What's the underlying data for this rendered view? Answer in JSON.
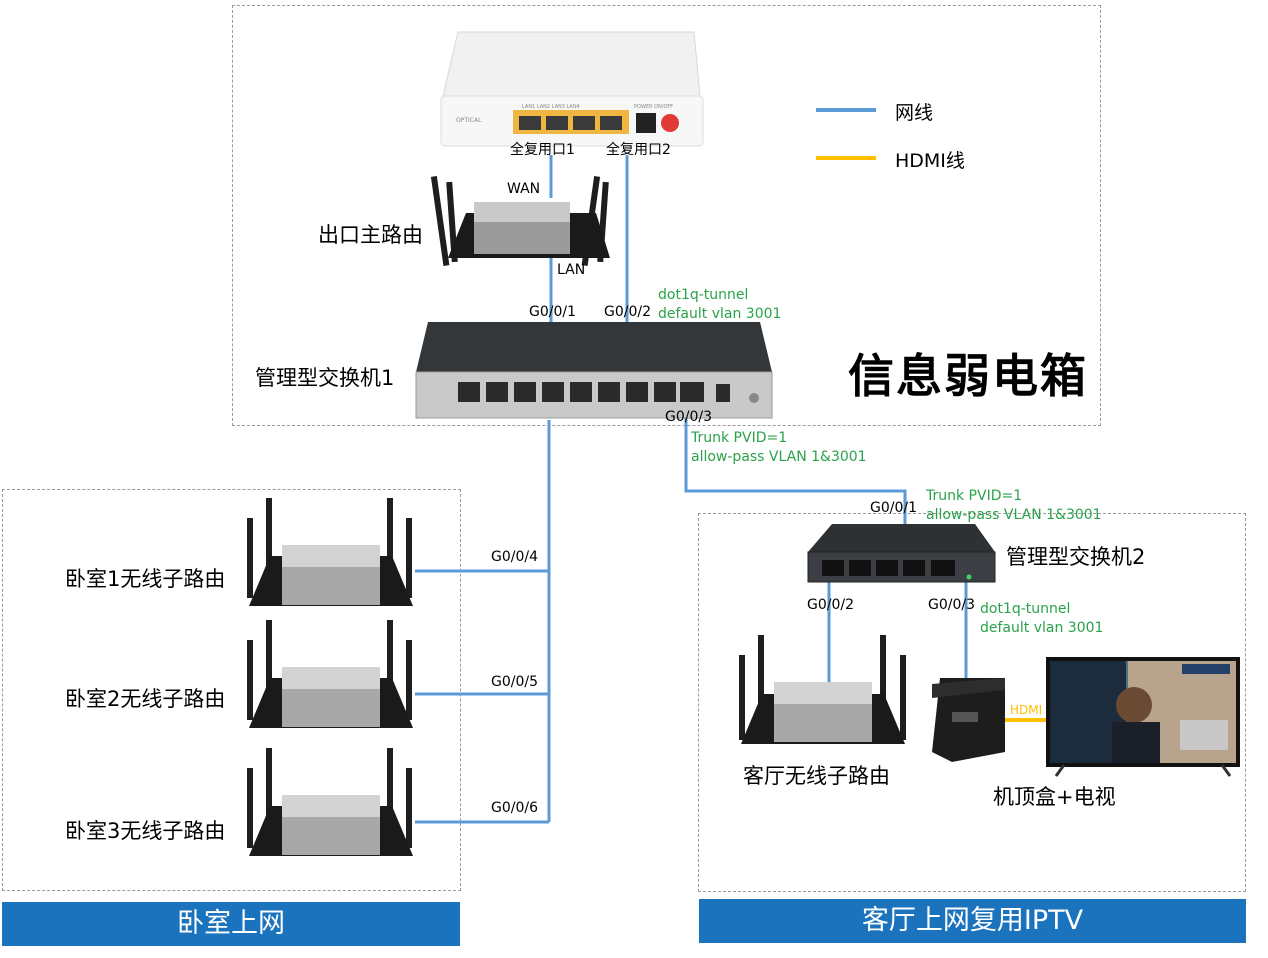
{
  "regions": {
    "box": {
      "title": "信息弱电箱"
    },
    "bedroom": {
      "banner": "卧室上网"
    },
    "living": {
      "banner": "客厅上网复用IPTV"
    }
  },
  "legend": [
    {
      "label": "网线",
      "color": "#5b9bd5"
    },
    {
      "label": "HDMI线",
      "color": "#ffc000"
    }
  ],
  "devices": {
    "onu": {
      "port1": "全复用口1",
      "port2": "全复用口2"
    },
    "main_router": {
      "label": "出口主路由",
      "wan": "WAN",
      "lan": "LAN"
    },
    "switch1": {
      "label": "管理型交换机1"
    },
    "switch2": {
      "label": "管理型交换机2"
    },
    "bed_routers": [
      "卧室1无线子路由",
      "卧室2无线子路由",
      "卧室3无线子路由"
    ],
    "living_router": {
      "label": "客厅无线子路由"
    },
    "stb_tv": {
      "label": "机顶盒+电视",
      "hdmi": "HDMI"
    }
  },
  "ports": {
    "s1_g001": "G0/0/1",
    "s1_g002": "G0/0/2",
    "s1_g003": "G0/0/3",
    "s1_g004": "G0/0/4",
    "s1_g005": "G0/0/5",
    "s1_g006": "G0/0/6",
    "s2_g001": "G0/0/1",
    "s2_g002": "G0/0/2",
    "s2_g003": "G0/0/3"
  },
  "configs": {
    "s1_g002": [
      "dot1q-tunnel",
      "default vlan 3001"
    ],
    "s1_g003": [
      "Trunk PVID=1",
      "allow-pass VLAN 1&3001"
    ],
    "s2_g001": [
      "Trunk PVID=1",
      "allow-pass VLAN 1&3001"
    ],
    "s2_g003": [
      "dot1q-tunnel",
      "default vlan 3001"
    ]
  }
}
